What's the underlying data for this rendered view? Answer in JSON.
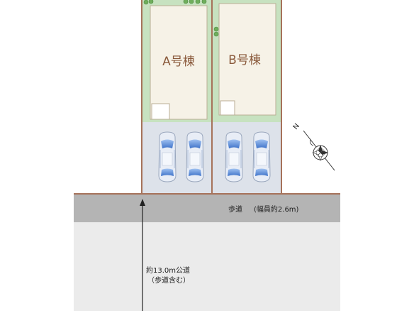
{
  "lots": [
    {
      "label": "A号棟"
    },
    {
      "label": "B号棟"
    }
  ],
  "sidewalk": {
    "label": "歩道",
    "width_label": "(幅員約2.6m)"
  },
  "public_road": {
    "width_label": "約13.0m公道",
    "note": "（歩道含む）"
  },
  "compass": {
    "north_label": "N"
  },
  "parking": {
    "cars_per_lot": 2
  },
  "colors": {
    "garden": "#c7e2c0",
    "building": "#f6f2e7",
    "lot_border": "#a6725a",
    "parking_gravel": "#dde2ea",
    "sidewalk": "#b4b4b4",
    "road": "#ebebeb",
    "car_body": "#e8edf6",
    "car_glass": "#5f8fd6",
    "label": "#8a5a3c"
  },
  "icons": [
    "compass-icon",
    "shrub-icon",
    "car-icon",
    "arrow-up-icon"
  ]
}
